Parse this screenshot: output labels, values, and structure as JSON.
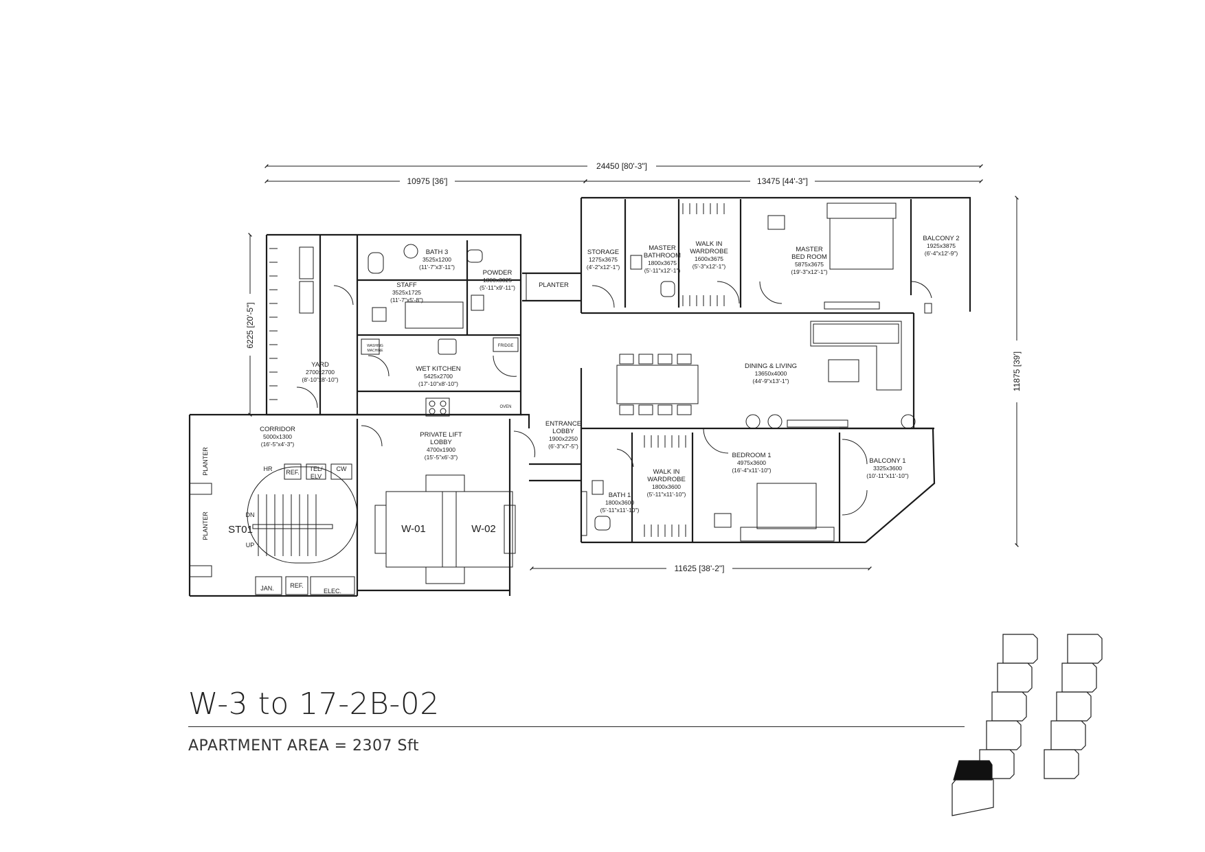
{
  "title": "W-3 to 17-2B-02",
  "area": "APARTMENT AREA = 2307 Sft",
  "dimensions": {
    "total_width": "24450 [80'-3\"]",
    "left_width": "10975 [36']",
    "right_width": "13475 [44'-3\"]",
    "left_height": "6225 [20'-5\"]",
    "right_height": "11875 [39']",
    "bottom_width": "11625 [38'-2\"]"
  },
  "rooms": {
    "bath3": [
      "BATH 3",
      "3525x1200",
      "(11'-7\"x3'-11\")"
    ],
    "staff": [
      "STAFF",
      "3525x1725",
      "(11'-7\"x5'-8\")"
    ],
    "powder": [
      "POWDER",
      "1800x3025",
      "(5'-11\"x9'-11\")"
    ],
    "yard": [
      "YARD",
      "2700x2700",
      "(8'-10\"x8'-10\")"
    ],
    "wet_kitchen": [
      "WET KITCHEN",
      "5425x2700",
      "(17'-10\"x8'-10\")"
    ],
    "corridor": [
      "CORRIDOR",
      "5000x1300",
      "(16'-5\"x4'-3\")"
    ],
    "private_lift": [
      "PRIVATE LIFT",
      "LOBBY",
      "4700x1900",
      "(15'-5\"x6'-3\")"
    ],
    "entrance": [
      "ENTRANCE",
      "LOBBY",
      "1900x2250",
      "(6'-3\"x7'-5\")"
    ],
    "storage": [
      "STORAGE",
      "1275x3675",
      "(4'-2\"x12'-1\")"
    ],
    "master_bath": [
      "MASTER",
      "BATHROOM",
      "1800x3675",
      "(5'-11\"x12'-1\")"
    ],
    "wardrobe_master": [
      "WALK IN",
      "WARDROBE",
      "1600x3675",
      "(5'-3\"x12'-1\")"
    ],
    "master_bed": [
      "MASTER",
      "BED ROOM",
      "5875x3675",
      "(19'-3\"x12'-1\")"
    ],
    "balcony2": [
      "BALCONY 2",
      "1925x3875",
      "(6'-4\"x12'-9\")"
    ],
    "dining": [
      "DINING & LIVING",
      "13650x4000",
      "(44'-9\"x13'-1\")"
    ],
    "bedroom1": [
      "BEDROOM 1",
      "4975x3600",
      "(16'-4\"x11'-10\")"
    ],
    "balcony1": [
      "BALCONY 1",
      "3325x3600",
      "(10'-11\"x11'-10\")"
    ],
    "wardrobe1": [
      "WALK IN",
      "WARDROBE",
      "1800x3600",
      "(5'-11\"x11'-10\")"
    ],
    "bath1": [
      "BATH 1",
      "1800x3600",
      "(5'-11\"x11'-10\")"
    ]
  },
  "labels": {
    "planter_top": "PLANTER",
    "planter_side_1": "PLANTER",
    "planter_side_2": "PLANTER",
    "lift_w01": "W-01",
    "lift_w02": "W-02",
    "stair": "ST01",
    "dn": "DN",
    "up": "UP",
    "hr": "HR",
    "ref_top": "REF.",
    "tel": "TEL/",
    "elv": "ELV",
    "cw": "CW",
    "jan": "JAN.",
    "ref_bottom": "REF.",
    "elec": "ELEC.",
    "fridge": "FRIDGE",
    "washing_1": "WASHING",
    "washing_2": "MACHINE",
    "oven": "OVEN"
  },
  "colors": {
    "line": "#1a1a1a",
    "key_highlight": "#111111"
  }
}
